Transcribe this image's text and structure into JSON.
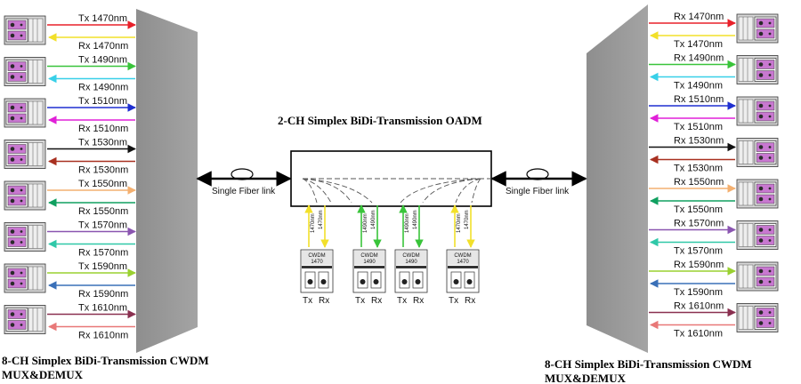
{
  "oadm_title": "2-CH Simplex BiDi-Transmission OADM",
  "left_mux": {
    "title_line1": "8-CH Simplex BiDi-Transmission CWDM",
    "title_line2": "MUX&DEMUX",
    "fiber_label": "Single Fiber link",
    "channels": [
      {
        "top": "Tx 1470nm",
        "bottom": "Rx 1470nm",
        "color_top": "#e8202a",
        "color_bottom": "#f2e02a"
      },
      {
        "top": "Tx 1490nm",
        "bottom": "Rx 1490nm",
        "color_top": "#39c43a",
        "color_bottom": "#38d0e8"
      },
      {
        "top": "Tx 1510nm",
        "bottom": "Rx 1510nm",
        "color_top": "#1f2fd0",
        "color_bottom": "#e020d8"
      },
      {
        "top": "Tx 1530nm",
        "bottom": "Rx 1530nm",
        "color_top": "#111111",
        "color_bottom": "#a83020"
      },
      {
        "top": "Tx 1550nm",
        "bottom": "Rx 1550nm",
        "color_top": "#f4b070",
        "color_bottom": "#10a060"
      },
      {
        "top": "Tx 1570nm",
        "bottom": "Rx 1570nm",
        "color_top": "#8a55b0",
        "color_bottom": "#30c8a8"
      },
      {
        "top": "Tx 1590nm",
        "bottom": "Rx 1590nm",
        "color_top": "#9ad030",
        "color_bottom": "#3a70b8"
      },
      {
        "top": "Tx 1610nm",
        "bottom": "Rx 1610nm",
        "color_top": "#8a3050",
        "color_bottom": "#e87878"
      }
    ]
  },
  "right_mux": {
    "title_line1": "8-CH Simplex BiDi-Transmission CWDM",
    "title_line2": "MUX&DEMUX",
    "fiber_label": "Single Fiber link",
    "channels": [
      {
        "top": "Rx 1470nm",
        "bottom": "Tx 1470nm",
        "color_top": "#e8202a",
        "color_bottom": "#f2e02a"
      },
      {
        "top": "Rx 1490nm",
        "bottom": "Tx 1490nm",
        "color_top": "#39c43a",
        "color_bottom": "#38d0e8"
      },
      {
        "top": "Rx 1510nm",
        "bottom": "Tx 1510nm",
        "color_top": "#1f2fd0",
        "color_bottom": "#e020d8"
      },
      {
        "top": "Rx 1530nm",
        "bottom": "Tx 1530nm",
        "color_top": "#111111",
        "color_bottom": "#a83020"
      },
      {
        "top": "Rx 1550nm",
        "bottom": "Tx 1550nm",
        "color_top": "#f4b070",
        "color_bottom": "#10a060"
      },
      {
        "top": "Rx 1570nm",
        "bottom": "Tx 1570nm",
        "color_top": "#8a55b0",
        "color_bottom": "#30c8a8"
      },
      {
        "top": "Rx 1590nm",
        "bottom": "Tx 1590nm",
        "color_top": "#9ad030",
        "color_bottom": "#3a70b8"
      },
      {
        "top": "Rx 1610nm",
        "bottom": "Tx 1610nm",
        "color_top": "#8a3050",
        "color_bottom": "#e87878"
      }
    ]
  },
  "oadm_modules": [
    {
      "name": "CWDM",
      "wl": "1470",
      "tx": "Tx",
      "rx": "Rx",
      "drop_label_a": "1470nm",
      "drop_label_b": "1470nm",
      "color_a": "#f2e02a",
      "color_b": "#f2e02a"
    },
    {
      "name": "CWDM",
      "wl": "1490",
      "tx": "Tx",
      "rx": "Rx",
      "drop_label_a": "1490nm",
      "drop_label_b": "1490nm",
      "color_a": "#39c43a",
      "color_b": "#39c43a"
    },
    {
      "name": "CWDM",
      "wl": "1490",
      "tx": "Tx",
      "rx": "Rx",
      "drop_label_a": "1490nm",
      "drop_label_b": "1490nm",
      "color_a": "#39c43a",
      "color_b": "#39c43a"
    },
    {
      "name": "CWDM",
      "wl": "1470",
      "tx": "Tx",
      "rx": "Rx",
      "drop_label_a": "1470nm",
      "drop_label_b": "1470nm",
      "color_a": "#f2e02a",
      "color_b": "#f2e02a"
    }
  ]
}
